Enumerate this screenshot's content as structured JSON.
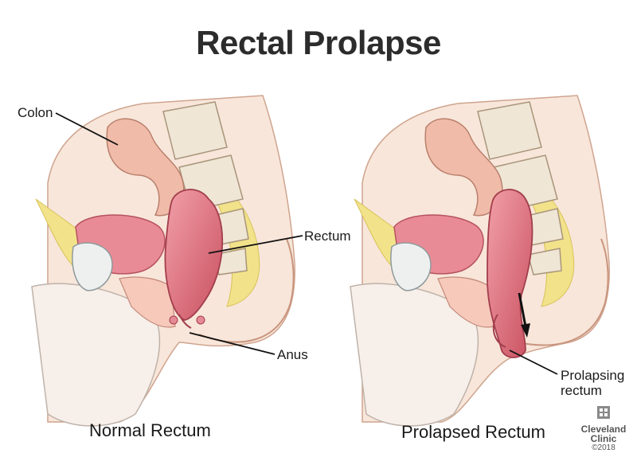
{
  "title": "Rectal Prolapse",
  "labels": {
    "colon": "Colon",
    "rectum": "Rectum",
    "anus": "Anus",
    "prolapsing_line1": "Prolapsing",
    "prolapsing_line2": "rectum"
  },
  "captions": {
    "left": "Normal Rectum",
    "right": "Prolapsed Rectum"
  },
  "logo": {
    "line1": "Cleveland",
    "line2": "Clinic",
    "line3": "©2018"
  },
  "colors": {
    "skin": "#f3d2c0",
    "fat": "#f2e28a",
    "rectum": "#dc6f7c",
    "bone": "#efe6d6",
    "leader": "#111111"
  }
}
